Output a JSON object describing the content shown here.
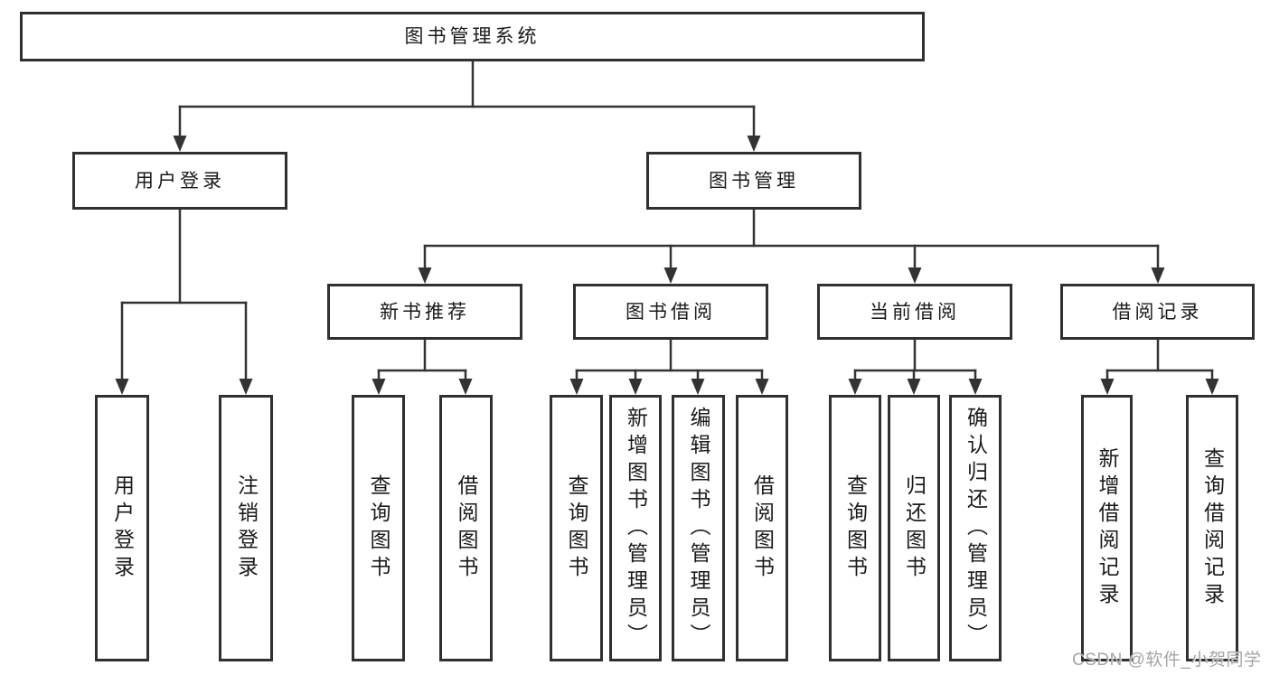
{
  "nodes": {
    "root": "图书管理系统",
    "login": "用户登录",
    "mgmt": "图书管理",
    "l3": [
      "新书推荐",
      "图书借阅",
      "当前借阅",
      "借阅记录"
    ],
    "login_children": [
      "用户登录",
      "注销登录"
    ],
    "recommend_children": [
      "查询图书",
      "借阅图书"
    ],
    "borrow_children": [
      "查询图书",
      "新增图书（管理员）",
      "编辑图书（管理员）",
      "借阅图书"
    ],
    "current_children": [
      "查询图书",
      "归还图书",
      "确认归还（管理员）"
    ],
    "record_children": [
      "新增借阅记录",
      "查询借阅记录"
    ]
  },
  "watermark": "CSDN @软件_小贺同学",
  "colors": {
    "line": "#333333",
    "border": "#303030",
    "text": "#1a1a1a",
    "watermark": "#a5a5a8"
  }
}
